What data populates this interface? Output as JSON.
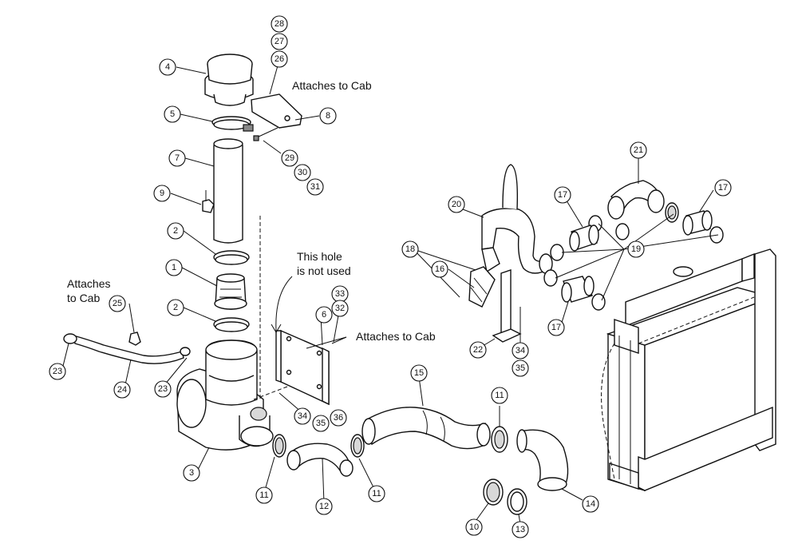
{
  "notes": {
    "cab_top": "Attaches to Cab",
    "cab_left_line1": "Attaches",
    "cab_left_line2": "to Cab",
    "cab_mid": "Attaches to Cab",
    "hole_line1": "This hole",
    "hole_line2": "is not used"
  },
  "callouts": [
    "28",
    "27",
    "26",
    "4",
    "5",
    "8",
    "7",
    "29",
    "30",
    "31",
    "9",
    "2",
    "1",
    "2",
    "25",
    "23",
    "24",
    "23",
    "3",
    "6",
    "33",
    "32",
    "34",
    "35",
    "36",
    "11",
    "12",
    "11",
    "15",
    "11",
    "14",
    "13",
    "10",
    "20",
    "21",
    "17",
    "17",
    "18",
    "16",
    "19",
    "17",
    "22",
    "34",
    "35"
  ]
}
